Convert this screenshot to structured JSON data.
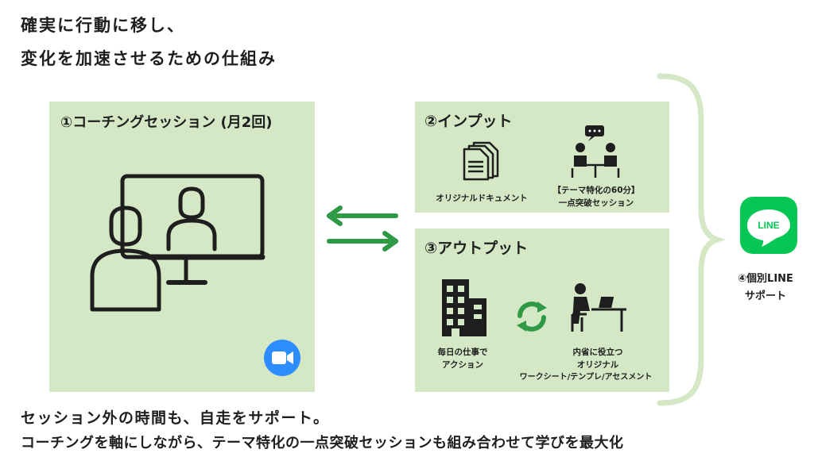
{
  "header": {
    "line1": "確実に行動に移し、",
    "line2": "変化を加速させるための仕組み"
  },
  "coaching": {
    "title": "①コーチングセッション (月2回)"
  },
  "input": {
    "title": "②インプット",
    "doc_label": "オリジナルドキュメント",
    "session_label_1": "【テーマ特化の60分】",
    "session_label_2": "一点突破セッション"
  },
  "output": {
    "title": "③アウトプット",
    "work_label_1": "毎日の仕事で",
    "work_label_2": "アクション",
    "reflect_label_1": "内省に役立つ",
    "reflect_label_2": "オリジナル",
    "reflect_label_3": "ワークシート/テンプレ/アセスメント"
  },
  "line_support": {
    "logo_text": "LINE",
    "label_1": "④個別LINE",
    "label_2": "サポート"
  },
  "footer": {
    "line1": "セッション外の時間も、自走をサポート。",
    "line2": "コーチングを軸にしながら、テーマ特化の一点突破セッションも組み合わせて学びを最大化"
  },
  "colors": {
    "panel": "#d4e8c6",
    "arrow_green": "#2e9a45",
    "brace": "#d4e8c6",
    "zoom_blue": "#2d8cff",
    "line_green": "#06c755"
  },
  "icons": [
    "coaching-video-call-icon",
    "zoom-icon",
    "document-icon",
    "meeting-icon",
    "exchange-arrows-icon",
    "building-icon",
    "cycle-arrows-icon",
    "desk-worker-icon",
    "line-app-icon"
  ]
}
